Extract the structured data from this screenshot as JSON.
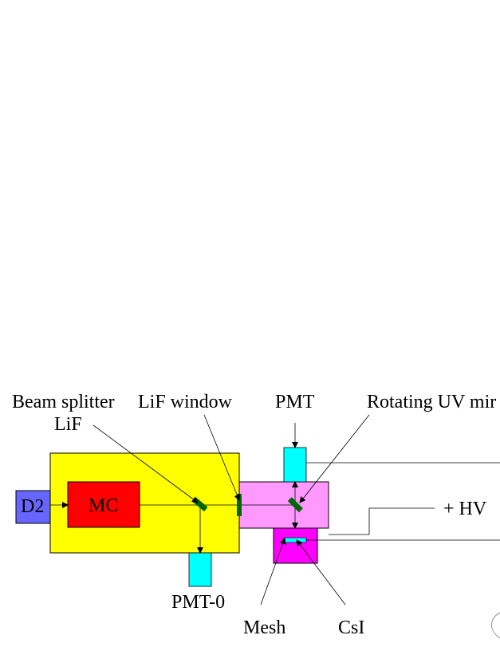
{
  "labels": {
    "beam_splitter": "Beam splitter",
    "lif": "LiF",
    "lif_window": "LiF window",
    "pmt": "PMT",
    "rotating_uv_mirror": "Rotating UV mir",
    "d2": "D2",
    "mc": "MC",
    "hv": "+ HV",
    "pmt0": "PMT-0",
    "mesh": "Mesh",
    "csi": "CsI"
  },
  "colors": {
    "d2_lamp": "#6666ff",
    "monochromator": "#ff0000",
    "main_chamber": "#ffff00",
    "pmt": "#00ffff",
    "mirror_chamber": "#ff99ff",
    "csi_chamber": "#ff00ff",
    "optics": "#006600",
    "line": "#000000"
  }
}
